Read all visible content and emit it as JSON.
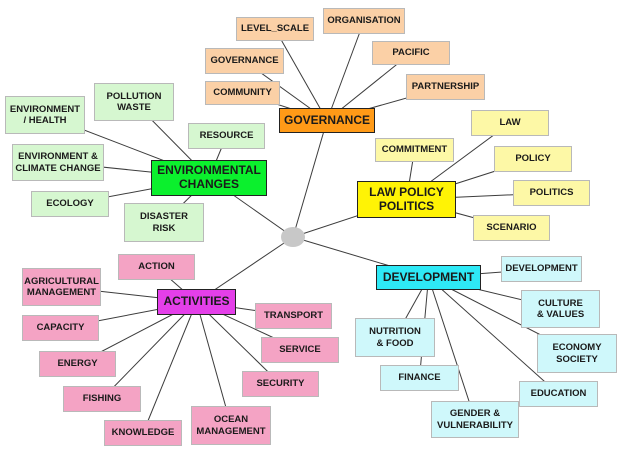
{
  "center": {
    "color": "#c8c8c8"
  },
  "governance": {
    "label": "GOVERNANCE",
    "color": "#ff9a17",
    "items": [
      "LEVEL_SCALE",
      "ORGANISATION",
      "GOVERNANCE",
      "PACIFIC",
      "COMMUNITY",
      "PARTNERSHIP"
    ]
  },
  "law_policy": {
    "label": "LAW POLICY\nPOLITICS",
    "color": "#fff305",
    "items": [
      "LAW",
      "COMMITMENT",
      "POLICY",
      "POLITICS",
      "SCENARIO"
    ]
  },
  "environmental": {
    "label": "ENVIRONMENTAL\nCHANGES",
    "color": "#0bf02d",
    "items": [
      "POLLUTION\nWASTE",
      "ENVIRONMENT\n/ HEALTH",
      "RESOURCE",
      "ENVIRONMENT &\nCLIMATE CHANGE",
      "ECOLOGY",
      "DISASTER\nRISK"
    ]
  },
  "development": {
    "label": "DEVELOPMENT",
    "color": "#2ee9f6",
    "items": [
      "DEVELOPMENT",
      "CULTURE\n& VALUES",
      "NUTRITION\n& FOOD",
      "ECONOMY\nSOCIETY",
      "FINANCE",
      "EDUCATION",
      "GENDER &\nVULNERABILITY"
    ]
  },
  "activities": {
    "label": "ACTIVITIES",
    "color": "#e43fe9",
    "items": [
      "ACTION",
      "AGRICULTURAL\nMANAGEMENT",
      "TRANSPORT",
      "CAPACITY",
      "SERVICE",
      "ENERGY",
      "SECURITY",
      "FISHING",
      "OCEAN\nMANAGEMENT",
      "KNOWLEDGE"
    ]
  }
}
